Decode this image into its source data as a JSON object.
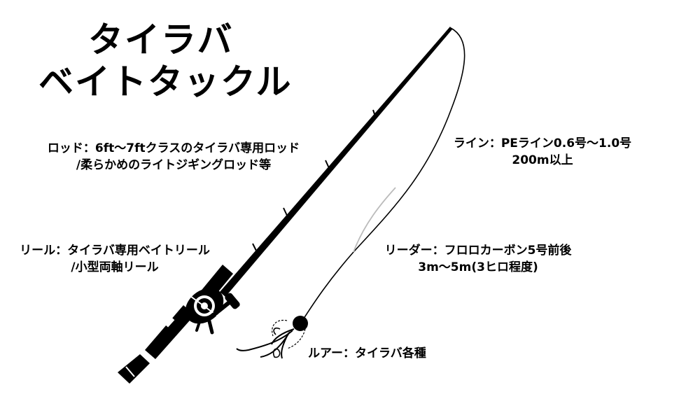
{
  "title": {
    "line1": "タイラバ",
    "line2": "ベイトタックル"
  },
  "labels": {
    "rod": {
      "line1": "ロッド：6ft～7ftクラスのタイラバ専用ロッド",
      "line2": "/柔らかめのライトジギングロッド等"
    },
    "line": {
      "line1": "ライン：PEライン0.6号～1.0号",
      "line2": "200m以上"
    },
    "reel": {
      "line1": "リール：タイラバ専用ベイトリール",
      "line2": "/小型両軸リール"
    },
    "leader": {
      "line1": "リーダー：フロロカーボン5号前後",
      "line2": "3m～5m(3ヒロ程度)"
    },
    "lure": {
      "line1": "ルアー：タイラバ各種"
    }
  }
}
